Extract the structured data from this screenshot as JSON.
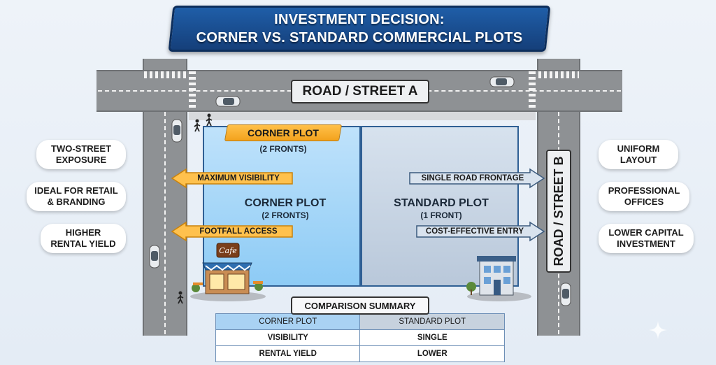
{
  "title": {
    "line1": "INVESTMENT DECISION:",
    "line2": "CORNER VS. STANDARD COMMERCIAL PLOTS"
  },
  "roads": {
    "a": "ROAD / STREET A",
    "b": "ROAD / STREET B"
  },
  "corner_plot": {
    "tag": "CORNER PLOT",
    "tag_sub": "(2 FRONTS)",
    "title": "CORNER PLOT",
    "sub": "(2 FRONTS)",
    "cafe_sign": "Cafe"
  },
  "standard_plot": {
    "title": "STANDARD PLOT",
    "sub": "(1 FRONT)"
  },
  "arrows": {
    "left": [
      "MAXIMUM VISIBILITY",
      "FOOTFALL ACCESS"
    ],
    "right": [
      "SINGLE ROAD FRONTAGE",
      "COST-EFFECTIVE ENTRY"
    ]
  },
  "left_benefits": [
    {
      "line1": "TWO-STREET",
      "line2": "EXPOSURE"
    },
    {
      "line1": "IDEAL FOR RETAIL",
      "line2": "& BRANDING"
    },
    {
      "line1": "HIGHER",
      "line2": "RENTAL YIELD"
    }
  ],
  "right_benefits": [
    {
      "line1": "UNIFORM",
      "line2": "LAYOUT"
    },
    {
      "line1": "PROFESSIONAL",
      "line2": "OFFICES"
    },
    {
      "line1": "LOWER CAPITAL",
      "line2": "INVESTMENT"
    }
  ],
  "summary": {
    "title": "COMPARISON SUMMARY",
    "headers": [
      "CORNER PLOT",
      "STANDARD PLOT"
    ],
    "rows": [
      [
        "VISIBILITY",
        "SINGLE"
      ],
      [
        "RENTAL YIELD",
        "LOWER"
      ]
    ]
  },
  "colors": {
    "title_blue": "#1f5ea8",
    "orange_accent": "#f3a21c",
    "corner_plot_fill": "#a8d8f8",
    "standard_plot_fill": "#c7d2de",
    "road_gray": "#8e9194"
  },
  "icons": [
    "cafe-building-icon",
    "office-building-icon",
    "car-icon",
    "pedestrian-icon",
    "sparkle-icon"
  ]
}
